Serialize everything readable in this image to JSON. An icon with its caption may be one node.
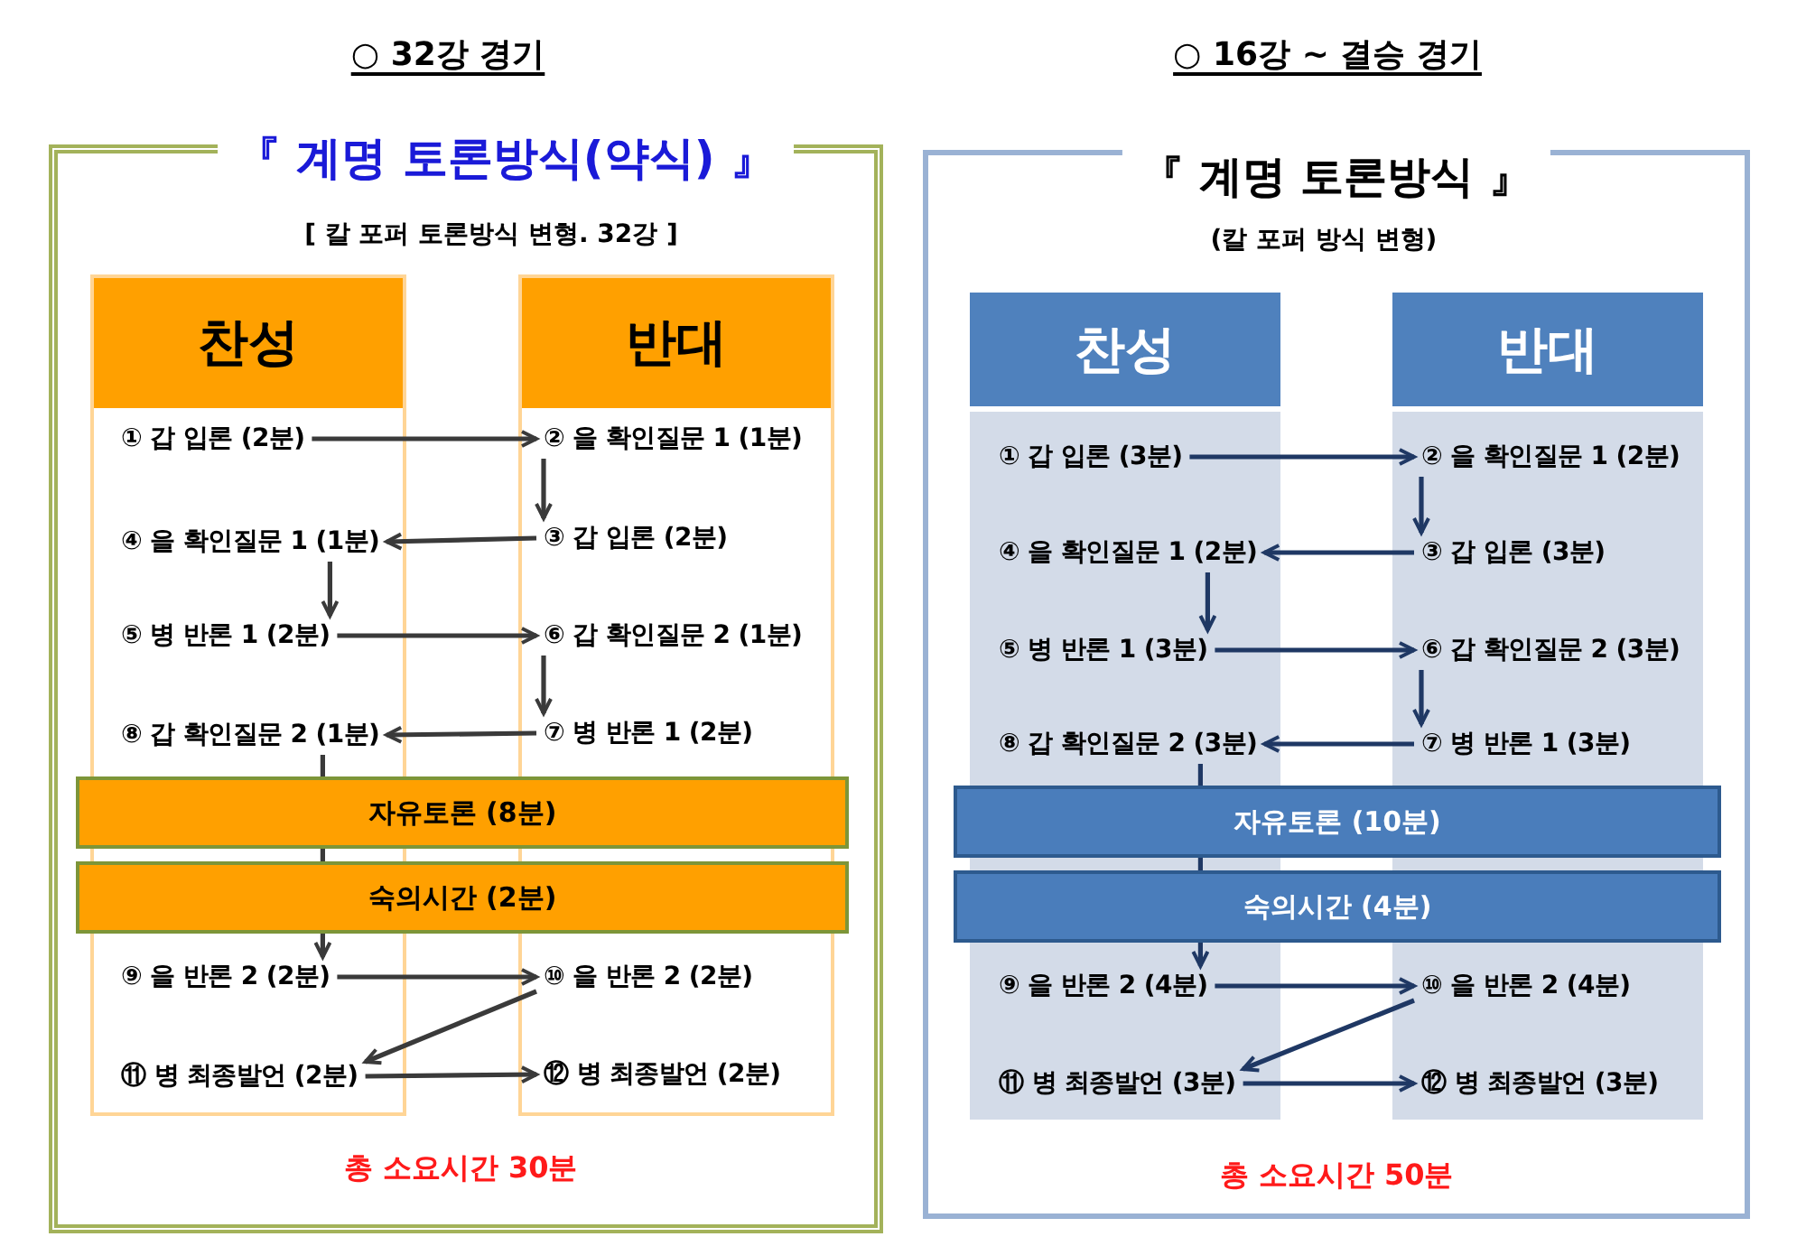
{
  "diagram": {
    "nodes": [
      {
        "text": [
          "『 계명 토론방식(약식) 』",
          "[ 칼 포퍼 토론방식 변형. 32강 ]",
          "총 소요시간 30분"
        ]
      },
      {
        "text": [
          "찬성"
        ],
        "in": 0
      },
      {
        "text": [
          "반대"
        ],
        "in": 0
      },
      {
        "text": [
          "① 갑 입론 (2분)"
        ],
        "in": 1
      },
      {
        "text": [
          "② 을 확인질문 1 (1분)"
        ],
        "in": 2
      },
      {
        "text": [
          "④ 을 확인질문 1 (1분)"
        ],
        "in": 1
      },
      {
        "text": [
          "③ 갑 입론 (2분)"
        ],
        "in": 2
      },
      {
        "text": [
          "⑤ 병 반론 1 (2분)"
        ],
        "in": 1
      },
      {
        "text": [
          "⑥ 갑 확인질문 2 (1분)"
        ],
        "in": 2
      },
      {
        "text": [
          "⑧ 갑 확인질문 2 (1분)"
        ],
        "in": 1
      },
      {
        "text": [
          "⑦ 병 반론 1 (2분)"
        ],
        "in": 2
      },
      {
        "text": [
          "자유토론 (8분)"
        ],
        "in": 0
      },
      {
        "text": [
          "숙의시간 (2분)"
        ],
        "in": 0
      },
      {
        "text": [
          "⑨ 을 반론 2 (2분)"
        ],
        "in": 1
      },
      {
        "text": [
          "⑩ 을 반론 2 (2분)"
        ],
        "in": 2
      },
      {
        "text": [
          "⑪ 병 최종발언 (2분)"
        ],
        "in": 1
      },
      {
        "text": [
          "⑫ 병 최종발언 (2분)"
        ],
        "in": 2
      },
      {
        "text": [
          "『 계명 토론방식 』",
          "(칼 포퍼 방식 변형)",
          "총 소요시간 50분"
        ]
      },
      {
        "text": [
          "찬성"
        ],
        "in": 17
      },
      {
        "text": [
          "반대"
        ],
        "in": 17
      },
      {
        "text": [
          "① 갑 입론 (3분)"
        ],
        "in": 18
      },
      {
        "text": [
          "② 을 확인질문 1 (2분)"
        ],
        "in": 19
      },
      {
        "text": [
          "④ 을 확인질문 1 (2분)"
        ],
        "in": 18
      },
      {
        "text": [
          "③ 갑 입론 (3분)"
        ],
        "in": 19
      },
      {
        "text": [
          "⑤ 병 반론 1 (3분)"
        ],
        "in": 18
      },
      {
        "text": [
          "⑥ 갑 확인질문 2 (3분)"
        ],
        "in": 19
      },
      {
        "text": [
          "⑧ 갑 확인질문 2 (3분)"
        ],
        "in": 18
      },
      {
        "text": [
          "⑦ 병 반론 1 (3분)"
        ],
        "in": 19
      },
      {
        "text": [
          "자유토론 (10분)"
        ],
        "in": 17
      },
      {
        "text": [
          "숙의시간 (4분)"
        ],
        "in": 17
      },
      {
        "text": [
          "⑨ 을 반론 2 (4분)"
        ],
        "in": 18
      },
      {
        "text": [
          "⑩ 을 반론 2 (4분)"
        ],
        "in": 19
      },
      {
        "text": [
          "⑪ 병 최종발언 (3분)"
        ],
        "in": 18
      },
      {
        "text": [
          "⑫ 병 최종발언 (3분)"
        ],
        "in": 19
      }
    ],
    "edges": [
      {
        "from": 3,
        "to": 4,
        "arrow": "to"
      },
      {
        "from": 4,
        "to": 6,
        "arrow": "to"
      },
      {
        "from": 6,
        "to": 5,
        "arrow": "to"
      },
      {
        "from": 5,
        "to": 7,
        "arrow": "to"
      },
      {
        "from": 7,
        "to": 8,
        "arrow": "to"
      },
      {
        "from": 8,
        "to": 10,
        "arrow": "to"
      },
      {
        "from": 10,
        "to": 9,
        "arrow": "to"
      },
      {
        "from": 9,
        "to": 11,
        "arrow": "none"
      },
      {
        "from": 11,
        "to": 12,
        "arrow": "none"
      },
      {
        "from": 12,
        "to": 13,
        "arrow": "to"
      },
      {
        "from": 13,
        "to": 14,
        "arrow": "to"
      },
      {
        "from": 14,
        "to": 15,
        "arrow": "to"
      },
      {
        "from": 15,
        "to": 16,
        "arrow": "to"
      },
      {
        "from": 20,
        "to": 21,
        "arrow": "to",
        "color": "#1f3864"
      },
      {
        "from": 21,
        "to": 23,
        "arrow": "to",
        "color": "#1f3864"
      },
      {
        "from": 23,
        "to": 22,
        "arrow": "to",
        "color": "#1f3864"
      },
      {
        "from": 22,
        "to": 24,
        "arrow": "to",
        "color": "#1f3864"
      },
      {
        "from": 24,
        "to": 25,
        "arrow": "to",
        "color": "#1f3864"
      },
      {
        "from": 25,
        "to": 27,
        "arrow": "to",
        "color": "#1f3864"
      },
      {
        "from": 27,
        "to": 26,
        "arrow": "to",
        "color": "#1f3864"
      },
      {
        "from": 26,
        "to": 28,
        "arrow": "none",
        "color": "#1f3864"
      },
      {
        "from": 28,
        "to": 29,
        "arrow": "none",
        "color": "#1f3864"
      },
      {
        "from": 29,
        "to": 30,
        "arrow": "to",
        "color": "#1f3864"
      },
      {
        "from": 30,
        "to": 31,
        "arrow": "to",
        "color": "#1f3864"
      },
      {
        "from": 31,
        "to": 32,
        "arrow": "to",
        "color": "#1f3864"
      },
      {
        "from": 32,
        "to": 33,
        "arrow": "to",
        "color": "#1f3864"
      }
    ],
    "labels": [
      "○ 32강 경기",
      "○ 16강 ~ 결승 경기"
    ]
  }
}
